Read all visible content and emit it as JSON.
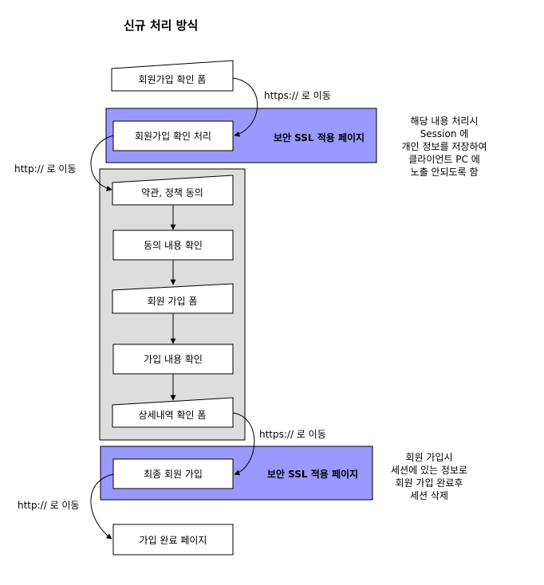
{
  "title": "신규 처리 방식",
  "nodes": {
    "signup_confirm_form": "회원가입 확인 폼",
    "signup_confirm_process": "회원가입 확인 처리",
    "terms_agree": "약관, 정책 동의",
    "agree_confirm": "동의 내용 확인",
    "member_signup_form": "회원 가입 폼",
    "signup_content_confirm": "가입 내용 확인",
    "detail_confirm_form": "상세내역 확인 폼",
    "final_signup": "최종 회원 가입",
    "signup_complete_page": "가입 완료 페이지"
  },
  "ssl_label_1": "보안 SSL 적용 페이지",
  "ssl_label_2": "보안 SSL 적용 페이지",
  "edges": {
    "https_1": "https:// 로 이동",
    "http_1": "http:// 로 이동",
    "https_2": "https:// 로 이동",
    "http_2": "http:// 로 이동"
  },
  "note_1": [
    "해당 내용 처리시",
    "Session 에",
    "개인 정보를 저장하여",
    "클라이언트 PC 에",
    "노출 안되도록 함"
  ],
  "note_2": [
    "회원 가입시",
    "세션에 있는 정보로",
    "회원 가입 완료후",
    "세션 삭제"
  ],
  "colors": {
    "ssl_fill": "#9999ff",
    "group_fill": "#dddddd",
    "line": "#000000"
  }
}
